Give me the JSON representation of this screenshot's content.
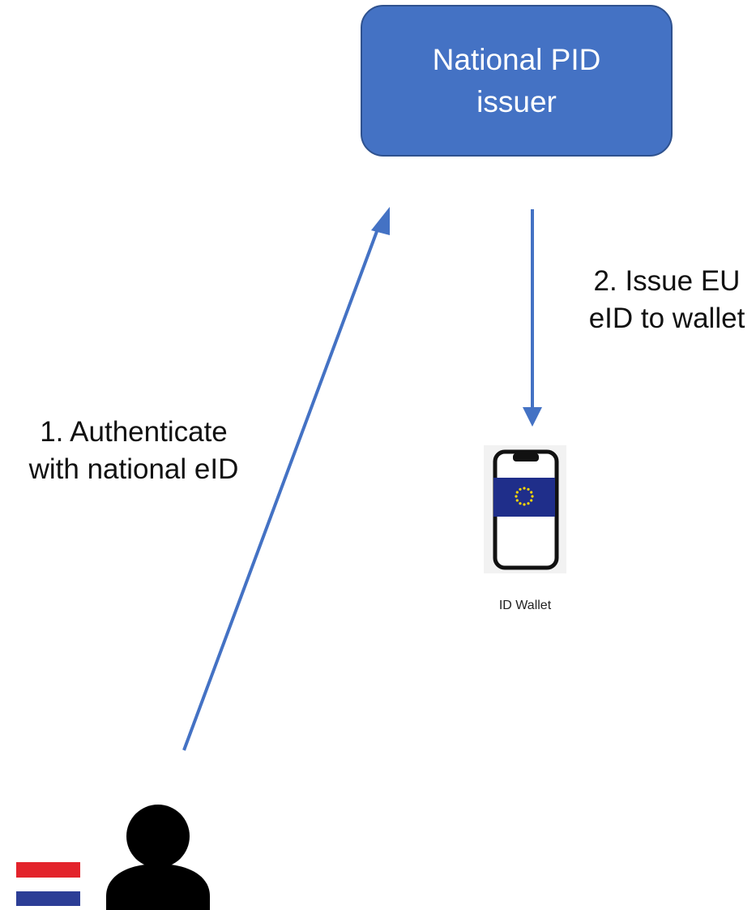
{
  "issuer": {
    "label": "National PID issuer",
    "color": "#4472c4"
  },
  "steps": [
    {
      "label": "1. Authenticate with national eID"
    },
    {
      "label": "2. Issue EU eID to wallet"
    }
  ],
  "wallet": {
    "caption": "ID Wallet",
    "icon": "phone-with-eu-flag-icon"
  },
  "user": {
    "icon": "person-icon",
    "flag": "netherlands-flag-icon",
    "flag_colors": [
      "#e3232b",
      "#ffffff",
      "#2c3e96"
    ]
  },
  "arrow_color": "#4472c4"
}
